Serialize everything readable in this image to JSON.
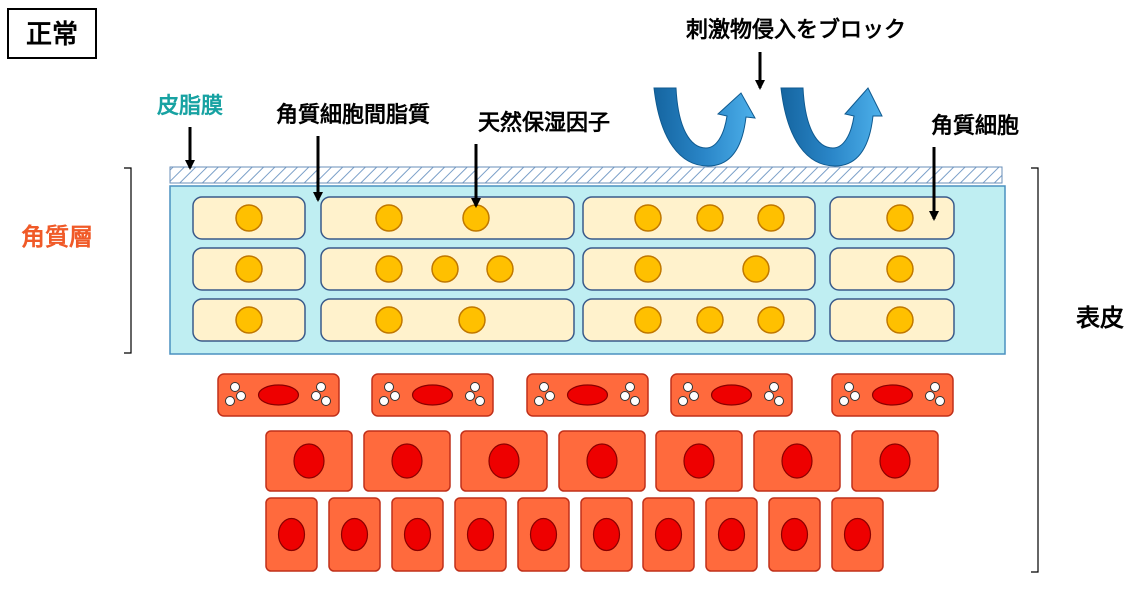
{
  "title": "正常",
  "labels": {
    "sebum": "皮脂膜",
    "intercellular_lipid": "角質細胞間脂質",
    "nmf": "天然保湿因子",
    "block": "刺激物侵入をブロック",
    "corneocyte": "角質細胞",
    "stratum_corneum": "角質層",
    "epidermis": "表皮"
  },
  "colors": {
    "text": "#000000",
    "sebum_label": "#17a2a2",
    "stratum_label": "#f05a28",
    "lipid_fill": "#bfeef2",
    "lipid_stroke": "#4a90c0",
    "corneocyte_fill": "#fff2cc",
    "corneocyte_stroke": "#3a5a8a",
    "nmf_fill": "#ffc000",
    "nmf_stroke": "#c07800",
    "cell_fill": "#ff6a3d",
    "cell_stroke": "#c0301a",
    "nucleus_fill": "#ee0000",
    "arrow_blue_dark": "#1565a0",
    "arrow_blue_light": "#4db0ea"
  }
}
